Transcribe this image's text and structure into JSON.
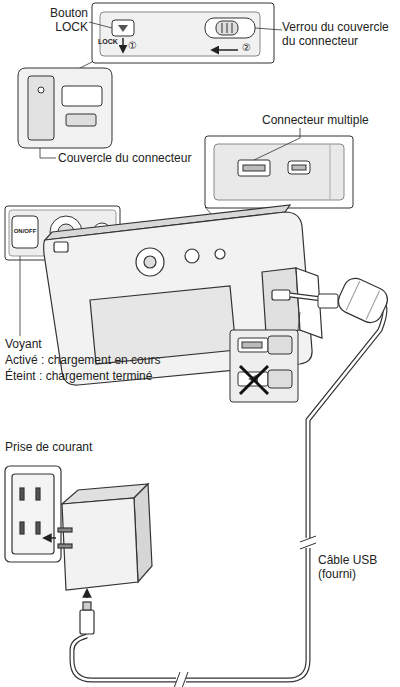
{
  "diagram": {
    "labels": [
      "Bouton LOCK",
      "Verrou du couvercle du connecteur",
      "LOCK",
      "①",
      "②",
      "Couvercle du connecteur",
      "Connecteur multiple",
      "ON/OFF",
      "Voyant",
      "Activé : chargement en cours",
      "Éteint : chargement terminé",
      "Prise de courant",
      "Câble USB (fourni)"
    ]
  }
}
